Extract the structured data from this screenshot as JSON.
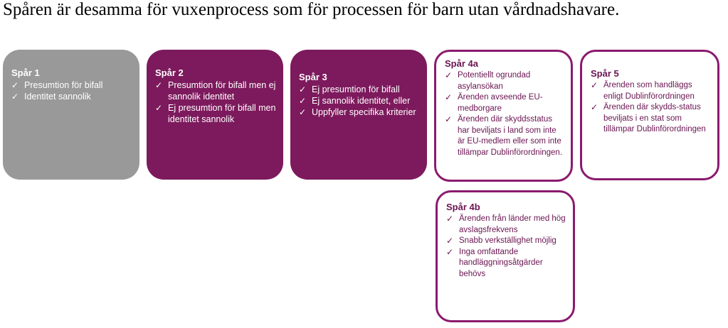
{
  "title": "Spåren är desamma för vuxenprocess som för processen för barn utan vårdnadshavare.",
  "colors": {
    "purple": "#7d1a5d",
    "gray": "#999999",
    "outline": "#8b1a6e"
  },
  "tracks": [
    {
      "id": "track1",
      "style": "filled-gray",
      "title": "Spår 1",
      "items": [
        "Presumtion för bifall",
        "Identitet sannolik"
      ]
    },
    {
      "id": "track2",
      "style": "filled-purple",
      "title": "Spår 2",
      "items": [
        "Presumtion för bifall men ej sannolik identitet",
        "Ej presumtion för bifall men identitet sannolik"
      ]
    },
    {
      "id": "track3",
      "style": "filled-purple",
      "title": "Spår 3",
      "items": [
        "Ej presumtion för bifall",
        "Ej sannolik identitet, eller",
        "Uppfyller specifika kriterier"
      ]
    },
    {
      "id": "track4a",
      "style": "outlined",
      "title": "Spår 4a",
      "items": [
        "Potentiellt ogrundad asylansökan",
        "Ärenden avseende EU-medborgare",
        "Ärenden där skyddsstatus har beviljats i land som inte är EU-medlem eller som inte tillämpar Dublinförordningen."
      ]
    },
    {
      "id": "track5",
      "style": "outlined",
      "title": "Spår 5",
      "items": [
        "Ärenden som handläggs enligt Dublinförordningen",
        "Ärenden där skydds-status beviljats i en stat som tillämpar Dublinförordningen"
      ]
    },
    {
      "id": "track4b",
      "style": "outlined",
      "title": "Spår 4b",
      "items": [
        "Ärenden från länder med hög avslagsfrekvens",
        "Snabb verkställighet möjlig",
        "Inga omfattande handläggningsåtgärder behövs"
      ]
    }
  ]
}
